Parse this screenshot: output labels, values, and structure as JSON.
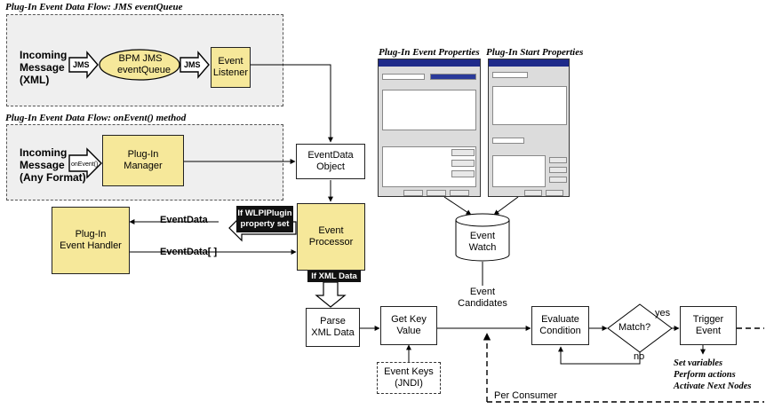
{
  "titles": {
    "jms_flow": "Plug-In Event Data Flow: JMS eventQueue",
    "onevent_flow": "Plug-In Event Data Flow: onEvent() method",
    "event_props": "Plug-In Event Properties",
    "start_props": "Plug-In Start Properties"
  },
  "jms": {
    "incoming_l1": "Incoming",
    "incoming_l2": "Message",
    "incoming_l3": "(XML)",
    "tag1": "JMS",
    "tag2": "JMS",
    "queue_l1": "BPM JMS",
    "queue_l2": "eventQueue",
    "listener_l1": "Event",
    "listener_l2": "Listener"
  },
  "onevent": {
    "incoming_l1": "Incoming",
    "incoming_l2": "Message",
    "incoming_l3": "(Any Format)",
    "tag": "onEvent()",
    "manager_l1": "Plug-In",
    "manager_l2": "Manager"
  },
  "eventdata_object": {
    "l1": "EventData",
    "l2": "Object"
  },
  "handler": {
    "l1": "Plug-In",
    "l2": "Event Handler"
  },
  "processor": {
    "l1": "Event",
    "l2": "Processor"
  },
  "wlpi_label": {
    "l1": "If WLPIPlugin",
    "l2": "property set"
  },
  "xml_label": "If XML Data",
  "arrow_labels": {
    "eventdata": "EventData",
    "eventdata_array": "EventData[ ]"
  },
  "watch": {
    "l1": "Event",
    "l2": "Watch"
  },
  "candidates": {
    "l1": "Event",
    "l2": "Candidates"
  },
  "parse": {
    "l1": "Parse",
    "l2": "XML Data"
  },
  "getkey": {
    "l1": "Get Key",
    "l2": "Value"
  },
  "eventkeys": {
    "l1": "Event Keys",
    "l2": "(JNDI)"
  },
  "evaluate": {
    "l1": "Evaluate",
    "l2": "Condition"
  },
  "match": "Match?",
  "yes": "yes",
  "no": "no",
  "trigger": {
    "l1": "Trigger",
    "l2": "Event"
  },
  "actions": [
    "Set variables",
    "Perform actions",
    "Activate Next Nodes"
  ],
  "per_consumer": "Per Consumer",
  "colors": {
    "box_fill": "#f6e89a",
    "group_fill": "#efefef",
    "black_label": "#111111",
    "window_titlebar": "#1e2a8a"
  }
}
